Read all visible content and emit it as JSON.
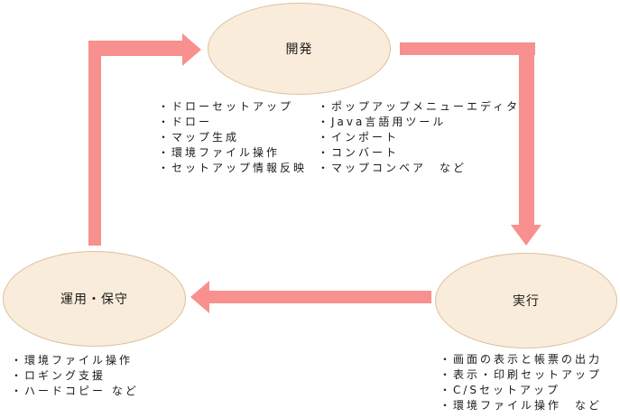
{
  "diagram": {
    "title": "product-lifecycle-cycle",
    "nodes": {
      "development": {
        "label": "開発"
      },
      "execution": {
        "label": "実行"
      },
      "operation": {
        "label": "運用・保守"
      }
    },
    "lists": {
      "development_left": [
        "・ドローセットアップ",
        "・ドロー",
        "・マップ生成",
        "・環境ファイル操作",
        "・セットアップ情報反映"
      ],
      "development_right": [
        "・ポップアップメニューエディタ",
        "・Java言語用ツール",
        "・インポート",
        "・コンバート",
        "・マップコンベア　など"
      ],
      "execution": [
        "・画面の表示と帳票の出力",
        "・表示・印刷セットアップ",
        "・C/Sセットアップ",
        "・環境ファイル操作　など"
      ],
      "operation": [
        "・環境ファイル操作",
        "・ロギング支援",
        "・ハードコピー など"
      ]
    },
    "arrows": [
      {
        "from": "operation",
        "to": "development",
        "direction": "up-then-right"
      },
      {
        "from": "development",
        "to": "execution",
        "direction": "right-then-down"
      },
      {
        "from": "execution",
        "to": "operation",
        "direction": "left"
      }
    ],
    "colors": {
      "arrow": "#F7908E",
      "node_fill": "#FAECDA",
      "node_border": "#DCC19E",
      "text": "#1A1A1A"
    }
  }
}
